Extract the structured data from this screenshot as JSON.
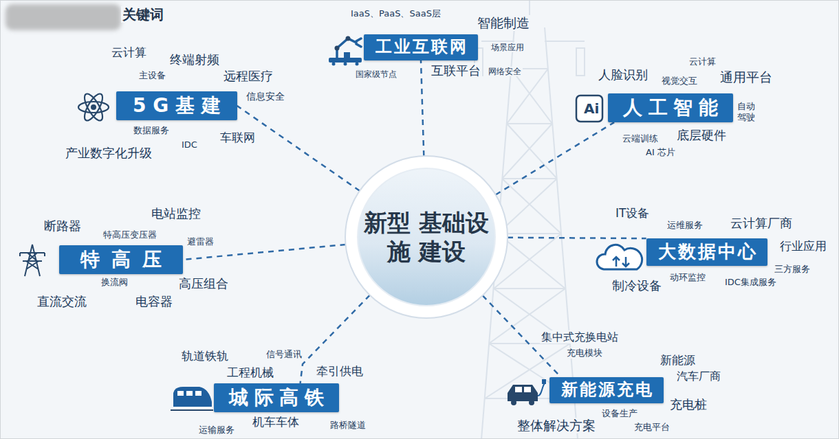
{
  "diagram": {
    "title": "关键词",
    "nodes": [
      {
        "text": [
          "新型 基础设施 建设"
        ]
      },
      {
        "text": [
          "5G基建"
        ]
      },
      {
        "text": [
          "工业互联网"
        ]
      },
      {
        "text": [
          "人工智能"
        ]
      },
      {
        "text": [
          "特高压"
        ]
      },
      {
        "text": [
          "大数据中心"
        ]
      },
      {
        "text": [
          "城际高铁"
        ]
      },
      {
        "text": [
          "新能源充电"
        ]
      }
    ],
    "edges": [
      {
        "from": 0,
        "to": 1,
        "arrow": "none"
      },
      {
        "from": 0,
        "to": 2,
        "arrow": "none"
      },
      {
        "from": 0,
        "to": 3,
        "arrow": "none"
      },
      {
        "from": 0,
        "to": 4,
        "arrow": "none"
      },
      {
        "from": 0,
        "to": 5,
        "arrow": "none"
      },
      {
        "from": 0,
        "to": 6,
        "arrow": "none"
      },
      {
        "from": 0,
        "to": 7,
        "arrow": "none"
      }
    ],
    "labels": [
      "云计算",
      "终端射频",
      "主设备",
      "远程医疗",
      "信息安全",
      "数据服务",
      "IDC",
      "车联网",
      "产业数字化升级",
      "IaaS、PaaS、SaaS层",
      "智能制造",
      "场景应用",
      "国家级节点",
      "互联平台",
      "网络安全",
      "Ai",
      "人脸识别",
      "云计算",
      "视觉交互",
      "通用平台",
      "自动 驾驶",
      "云端训练",
      "底层硬件",
      "AI 芯片",
      "IT设备",
      "运维服务",
      "云计算厂商",
      "行业应用",
      "三方服务",
      "制冷设备",
      "动环监控",
      "IDC集成服务",
      "集中式充换电站",
      "充电模块",
      "新能源",
      "汽车厂商",
      "充电桩",
      "设备生产",
      "整体解决方案",
      "充电平台",
      "轨道铁轨",
      "信号通讯",
      "工程机械",
      "牵引供电",
      "机车车体",
      "运输服务",
      "路桥隧道",
      "电站监控",
      "断路器",
      "特高压变压器",
      "避雷器",
      "换流阀",
      "高压组合",
      "直流交流",
      "电容器"
    ]
  }
}
